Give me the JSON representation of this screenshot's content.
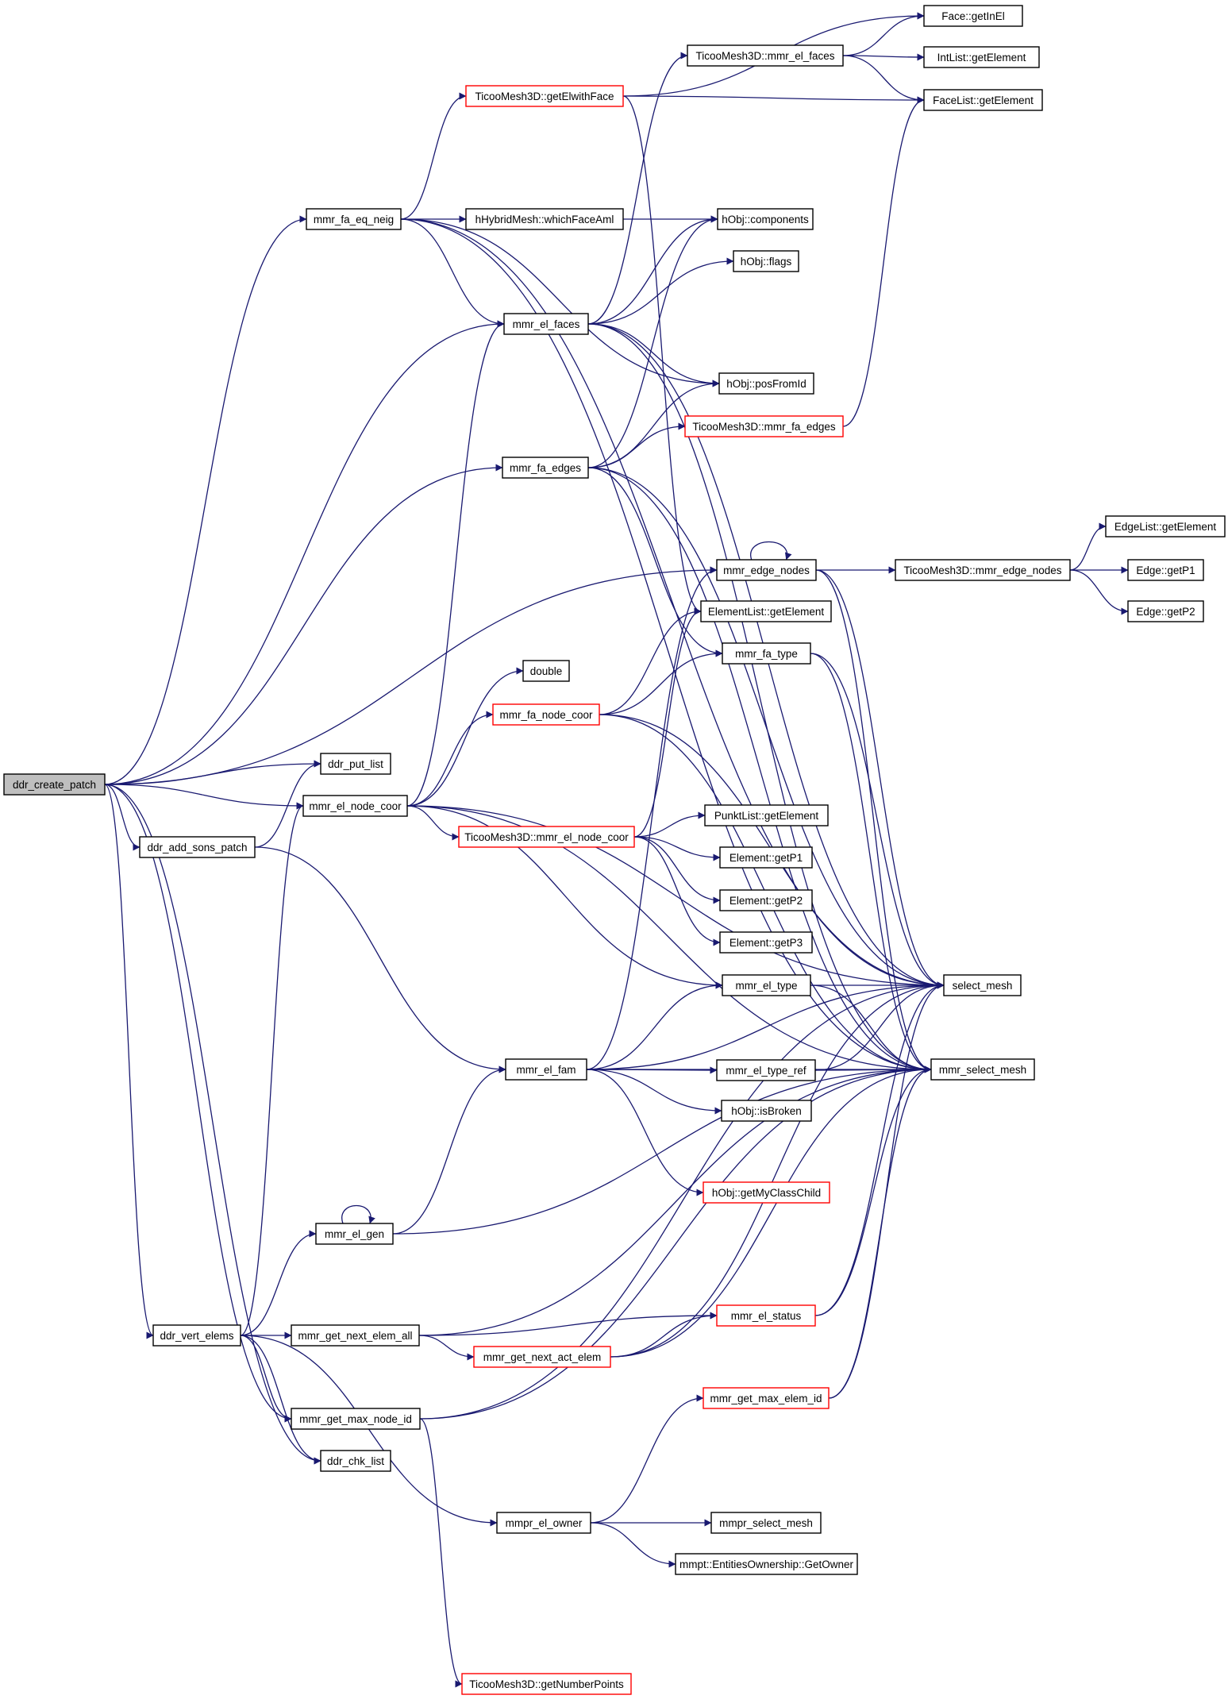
{
  "colors": {
    "edge": "#191970",
    "box_border": "#000000",
    "box_border_truncated": "#ff0000",
    "root_fill": "#bfbfbf",
    "background": "#ffffff"
  },
  "graph": {
    "nodes": [
      {
        "id": "ddr_create_patch",
        "label": "ddr_create_patch",
        "border": "black",
        "root": true
      },
      {
        "id": "mmr_fa_eq_neig",
        "label": "mmr_fa_eq_neig",
        "border": "black"
      },
      {
        "id": "ddr_put_list",
        "label": "ddr_put_list",
        "border": "black"
      },
      {
        "id": "mmr_el_node_coor",
        "label": "mmr_el_node_coor",
        "border": "black"
      },
      {
        "id": "ddr_add_sons_patch",
        "label": "ddr_add_sons_patch",
        "border": "black"
      },
      {
        "id": "mmr_el_gen",
        "label": "mmr_el_gen",
        "border": "black"
      },
      {
        "id": "ddr_vert_elems",
        "label": "ddr_vert_elems",
        "border": "black"
      },
      {
        "id": "mmr_get_next_elem_all",
        "label": "mmr_get_next_elem_all",
        "border": "black"
      },
      {
        "id": "mmr_get_max_node_id",
        "label": "mmr_get_max_node_id",
        "border": "black"
      },
      {
        "id": "ddr_chk_list",
        "label": "ddr_chk_list",
        "border": "black"
      },
      {
        "id": "ticoo_getElwithFace",
        "label": "TicooMesh3D::getElwithFace",
        "border": "red"
      },
      {
        "id": "hHybridMesh_whichFaceAml",
        "label": "hHybridMesh::whichFaceAml",
        "border": "black"
      },
      {
        "id": "mmr_el_faces",
        "label": "mmr_el_faces",
        "border": "black"
      },
      {
        "id": "mmr_fa_edges",
        "label": "mmr_fa_edges",
        "border": "black"
      },
      {
        "id": "double",
        "label": "double",
        "border": "black"
      },
      {
        "id": "mmr_fa_node_coor",
        "label": "mmr_fa_node_coor",
        "border": "red"
      },
      {
        "id": "ticoo_mmr_el_node_coor",
        "label": "TicooMesh3D::mmr_el_node_coor",
        "border": "red"
      },
      {
        "id": "mmr_el_fam",
        "label": "mmr_el_fam",
        "border": "black"
      },
      {
        "id": "mmr_get_next_act_elem",
        "label": "mmr_get_next_act_elem",
        "border": "red"
      },
      {
        "id": "mmpr_el_owner",
        "label": "mmpr_el_owner",
        "border": "black"
      },
      {
        "id": "ticoo_getNumberPoints",
        "label": "TicooMesh3D::getNumberPoints",
        "border": "red"
      },
      {
        "id": "ticoo_mmr_el_faces",
        "label": "TicooMesh3D::mmr_el_faces",
        "border": "black"
      },
      {
        "id": "hObj_components",
        "label": "hObj::components",
        "border": "black"
      },
      {
        "id": "hObj_flags",
        "label": "hObj::flags",
        "border": "black"
      },
      {
        "id": "hObj_posFromId",
        "label": "hObj::posFromId",
        "border": "black"
      },
      {
        "id": "ticoo_mmr_fa_edges",
        "label": "TicooMesh3D::mmr_fa_edges",
        "border": "red"
      },
      {
        "id": "mmr_edge_nodes",
        "label": "mmr_edge_nodes",
        "border": "black"
      },
      {
        "id": "ElementList_getElement",
        "label": "ElementList::getElement",
        "border": "black"
      },
      {
        "id": "mmr_fa_type",
        "label": "mmr_fa_type",
        "border": "black"
      },
      {
        "id": "PunktList_getElement",
        "label": "PunktList::getElement",
        "border": "black"
      },
      {
        "id": "Element_getP1",
        "label": "Element::getP1",
        "border": "black"
      },
      {
        "id": "Element_getP2",
        "label": "Element::getP2",
        "border": "black"
      },
      {
        "id": "Element_getP3",
        "label": "Element::getP3",
        "border": "black"
      },
      {
        "id": "mmr_el_type",
        "label": "mmr_el_type",
        "border": "black"
      },
      {
        "id": "mmr_el_type_ref",
        "label": "mmr_el_type_ref",
        "border": "black"
      },
      {
        "id": "hObj_isBroken",
        "label": "hObj::isBroken",
        "border": "black"
      },
      {
        "id": "hObj_getMyClassChild",
        "label": "hObj::getMyClassChild",
        "border": "red"
      },
      {
        "id": "mmr_el_status",
        "label": "mmr_el_status",
        "border": "red"
      },
      {
        "id": "mmr_get_max_elem_id",
        "label": "mmr_get_max_elem_id",
        "border": "red"
      },
      {
        "id": "mmpr_select_mesh",
        "label": "mmpr_select_mesh",
        "border": "black"
      },
      {
        "id": "mmpt_GetOwner",
        "label": "mmpt::EntitiesOwnership::GetOwner",
        "border": "black"
      },
      {
        "id": "Face_getInEl",
        "label": "Face::getInEl",
        "border": "black"
      },
      {
        "id": "IntList_getElement",
        "label": "IntList::getElement",
        "border": "black"
      },
      {
        "id": "FaceList_getElement",
        "label": "FaceList::getElement",
        "border": "black"
      },
      {
        "id": "ticoo_mmr_edge_nodes",
        "label": "TicooMesh3D::mmr_edge_nodes",
        "border": "black"
      },
      {
        "id": "select_mesh",
        "label": "select_mesh",
        "border": "black"
      },
      {
        "id": "mmr_select_mesh",
        "label": "mmr_select_mesh",
        "border": "black"
      },
      {
        "id": "EdgeList_getElement",
        "label": "EdgeList::getElement",
        "border": "black"
      },
      {
        "id": "Edge_getP1",
        "label": "Edge::getP1",
        "border": "black"
      },
      {
        "id": "Edge_getP2",
        "label": "Edge::getP2",
        "border": "black"
      }
    ],
    "edges": [
      [
        "ddr_create_patch",
        "mmr_fa_eq_neig"
      ],
      [
        "ddr_create_patch",
        "mmr_el_faces"
      ],
      [
        "ddr_create_patch",
        "mmr_fa_edges"
      ],
      [
        "ddr_create_patch",
        "mmr_edge_nodes"
      ],
      [
        "ddr_create_patch",
        "ddr_put_list"
      ],
      [
        "ddr_create_patch",
        "mmr_el_node_coor"
      ],
      [
        "ddr_create_patch",
        "ddr_add_sons_patch"
      ],
      [
        "ddr_create_patch",
        "ddr_vert_elems"
      ],
      [
        "ddr_create_patch",
        "mmr_get_max_node_id"
      ],
      [
        "ddr_create_patch",
        "ddr_chk_list"
      ],
      [
        "mmr_fa_eq_neig",
        "ticoo_getElwithFace"
      ],
      [
        "mmr_fa_eq_neig",
        "hHybridMesh_whichFaceAml"
      ],
      [
        "mmr_fa_eq_neig",
        "mmr_el_faces"
      ],
      [
        "mmr_fa_eq_neig",
        "hObj_posFromId"
      ],
      [
        "mmr_fa_eq_neig",
        "select_mesh"
      ],
      [
        "mmr_fa_eq_neig",
        "mmr_select_mesh"
      ],
      [
        "ticoo_getElwithFace",
        "Face_getInEl"
      ],
      [
        "ticoo_getElwithFace",
        "FaceList_getElement"
      ],
      [
        "ticoo_getElwithFace",
        "ElementList_getElement"
      ],
      [
        "hHybridMesh_whichFaceAml",
        "hObj_components"
      ],
      [
        "mmr_el_faces",
        "ticoo_mmr_el_faces"
      ],
      [
        "mmr_el_faces",
        "hObj_flags"
      ],
      [
        "mmr_el_faces",
        "hObj_posFromId"
      ],
      [
        "mmr_el_faces",
        "select_mesh"
      ],
      [
        "mmr_el_faces",
        "mmr_select_mesh"
      ],
      [
        "mmr_el_faces",
        "hObj_components"
      ],
      [
        "ticoo_mmr_el_faces",
        "Face_getInEl"
      ],
      [
        "ticoo_mmr_el_faces",
        "IntList_getElement"
      ],
      [
        "ticoo_mmr_el_faces",
        "FaceList_getElement"
      ],
      [
        "mmr_fa_edges",
        "ticoo_mmr_fa_edges"
      ],
      [
        "mmr_fa_edges",
        "hObj_posFromId"
      ],
      [
        "mmr_fa_edges",
        "hObj_components"
      ],
      [
        "mmr_fa_edges",
        "mmr_fa_type"
      ],
      [
        "mmr_fa_edges",
        "select_mesh"
      ],
      [
        "mmr_fa_edges",
        "mmr_select_mesh"
      ],
      [
        "ticoo_mmr_fa_edges",
        "FaceList_getElement"
      ],
      [
        "mmr_edge_nodes",
        "mmr_edge_nodes"
      ],
      [
        "mmr_edge_nodes",
        "ticoo_mmr_edge_nodes"
      ],
      [
        "mmr_edge_nodes",
        "select_mesh"
      ],
      [
        "mmr_edge_nodes",
        "mmr_select_mesh"
      ],
      [
        "ticoo_mmr_edge_nodes",
        "EdgeList_getElement"
      ],
      [
        "ticoo_mmr_edge_nodes",
        "Edge_getP1"
      ],
      [
        "ticoo_mmr_edge_nodes",
        "Edge_getP2"
      ],
      [
        "ddr_add_sons_patch",
        "ddr_put_list"
      ],
      [
        "ddr_add_sons_patch",
        "mmr_el_fam"
      ],
      [
        "mmr_el_node_coor",
        "double"
      ],
      [
        "mmr_el_node_coor",
        "mmr_el_faces"
      ],
      [
        "mmr_el_node_coor",
        "mmr_fa_node_coor"
      ],
      [
        "mmr_el_node_coor",
        "ticoo_mmr_el_node_coor"
      ],
      [
        "mmr_el_node_coor",
        "mmr_el_type"
      ],
      [
        "mmr_el_node_coor",
        "select_mesh"
      ],
      [
        "mmr_el_node_coor",
        "mmr_select_mesh"
      ],
      [
        "mmr_fa_node_coor",
        "mmr_fa_type"
      ],
      [
        "mmr_fa_node_coor",
        "ElementList_getElement"
      ],
      [
        "mmr_fa_node_coor",
        "select_mesh"
      ],
      [
        "mmr_fa_node_coor",
        "mmr_select_mesh"
      ],
      [
        "ticoo_mmr_el_node_coor",
        "PunktList_getElement"
      ],
      [
        "ticoo_mmr_el_node_coor",
        "Element_getP1"
      ],
      [
        "ticoo_mmr_el_node_coor",
        "Element_getP2"
      ],
      [
        "ticoo_mmr_el_node_coor",
        "Element_getP3"
      ],
      [
        "ticoo_mmr_el_node_coor",
        "ElementList_getElement"
      ],
      [
        "mmr_fa_type",
        "select_mesh"
      ],
      [
        "mmr_fa_type",
        "mmr_select_mesh"
      ],
      [
        "mmr_el_type",
        "select_mesh"
      ],
      [
        "mmr_el_type",
        "mmr_select_mesh"
      ],
      [
        "mmr_el_fam",
        "mmr_el_type"
      ],
      [
        "mmr_el_fam",
        "mmr_el_type_ref"
      ],
      [
        "mmr_el_fam",
        "hObj_isBroken"
      ],
      [
        "mmr_el_fam",
        "hObj_getMyClassChild"
      ],
      [
        "mmr_el_fam",
        "select_mesh"
      ],
      [
        "mmr_el_fam",
        "mmr_select_mesh"
      ],
      [
        "mmr_el_fam",
        "mmr_edge_nodes"
      ],
      [
        "mmr_el_type_ref",
        "select_mesh"
      ],
      [
        "mmr_el_type_ref",
        "mmr_select_mesh"
      ],
      [
        "mmr_el_gen",
        "mmr_el_gen"
      ],
      [
        "mmr_el_gen",
        "mmr_el_fam"
      ],
      [
        "mmr_el_gen",
        "mmr_select_mesh"
      ],
      [
        "ddr_vert_elems",
        "mmr_el_node_coor"
      ],
      [
        "ddr_vert_elems",
        "mmr_el_gen"
      ],
      [
        "ddr_vert_elems",
        "mmr_get_next_elem_all"
      ],
      [
        "ddr_vert_elems",
        "mmr_get_max_node_id"
      ],
      [
        "ddr_vert_elems",
        "ddr_chk_list"
      ],
      [
        "ddr_vert_elems",
        "mmpr_el_owner"
      ],
      [
        "mmr_get_next_elem_all",
        "mmr_el_status"
      ],
      [
        "mmr_get_next_elem_all",
        "mmr_get_next_act_elem"
      ],
      [
        "mmr_get_next_elem_all",
        "mmr_select_mesh"
      ],
      [
        "mmr_get_next_act_elem",
        "mmr_el_status"
      ],
      [
        "mmr_get_next_act_elem",
        "mmr_select_mesh"
      ],
      [
        "mmr_get_next_act_elem",
        "select_mesh"
      ],
      [
        "mmr_el_status",
        "select_mesh"
      ],
      [
        "mmr_el_status",
        "mmr_select_mesh"
      ],
      [
        "mmr_get_max_node_id",
        "ticoo_getNumberPoints"
      ],
      [
        "mmr_get_max_node_id",
        "select_mesh"
      ],
      [
        "mmr_get_max_node_id",
        "mmr_select_mesh"
      ],
      [
        "mmr_get_max_elem_id",
        "select_mesh"
      ],
      [
        "mmr_get_max_elem_id",
        "mmr_select_mesh"
      ],
      [
        "mmpr_el_owner",
        "mmr_get_max_elem_id"
      ],
      [
        "mmpr_el_owner",
        "mmpr_select_mesh"
      ],
      [
        "mmpr_el_owner",
        "mmpt_GetOwner"
      ]
    ]
  }
}
